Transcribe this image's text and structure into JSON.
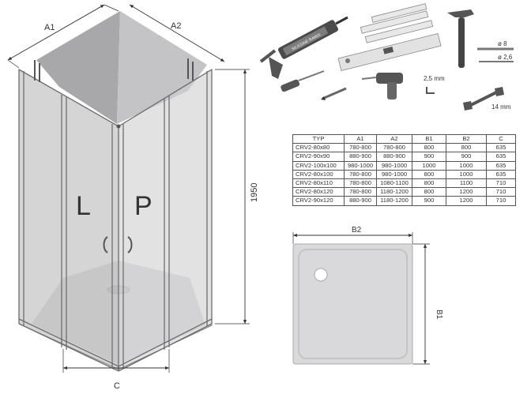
{
  "enclosure": {
    "dims": {
      "a1": "A1",
      "a2": "A2",
      "height": "1950",
      "c": "C"
    },
    "side_labels": {
      "left": "L",
      "right": "P"
    }
  },
  "tools": {
    "silicone_label": "SILICONE RAMIX",
    "drill_bit_large": "ø 8",
    "drill_bit_small": "ø 2,6",
    "allen_key": "2,5 mm",
    "wrench": "14 mm"
  },
  "spec_table": {
    "headers": [
      "TYP",
      "A1",
      "A2",
      "B1",
      "B2",
      "C"
    ],
    "rows": [
      [
        "CRV2-80x80",
        "780-800",
        "780-800",
        "800",
        "800",
        "635"
      ],
      [
        "CRV2-90x90",
        "880-900",
        "880-900",
        "900",
        "900",
        "635"
      ],
      [
        "CRV2-100x100",
        "980-1000",
        "980-1000",
        "1000",
        "1000",
        "635"
      ],
      [
        "CRV2-80x100",
        "780-800",
        "980-1000",
        "800",
        "1000",
        "635"
      ],
      [
        "CRV2-80x110",
        "780-800",
        "1080-1100",
        "800",
        "1100",
        "710"
      ],
      [
        "CRV2-80x120",
        "780-800",
        "1180-1200",
        "800",
        "1200",
        "710"
      ],
      [
        "CRV2-90x120",
        "880-900",
        "1180-1200",
        "900",
        "1200",
        "710"
      ]
    ]
  },
  "tray": {
    "width_label": "B2",
    "depth_label": "B1"
  }
}
